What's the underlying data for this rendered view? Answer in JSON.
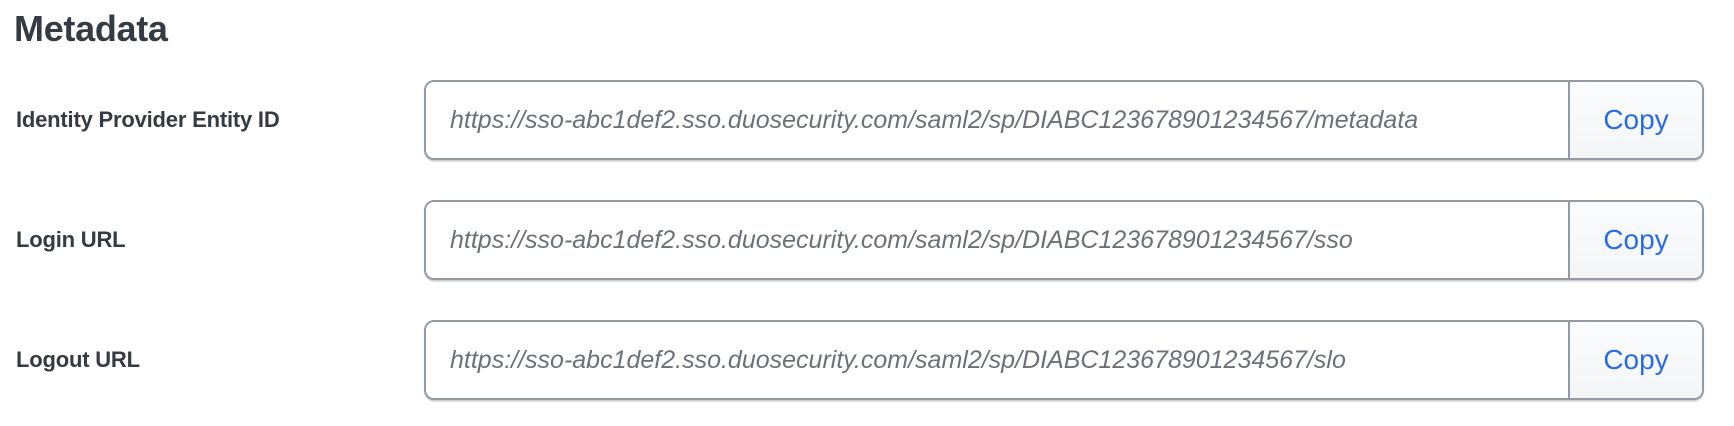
{
  "page": {
    "title": "Metadata"
  },
  "colors": {
    "heading_text": "#353b43",
    "label_text": "#353b43",
    "input_border": "#949aa4",
    "url_text": "#6d7177",
    "copy_link_blue": "#2a6ce8",
    "copy_button_bg": "#f6f7f8",
    "page_background": "#ffffff"
  },
  "rows": [
    {
      "label": "Identity Provider Entity ID",
      "value": "https://sso-abc1def2.sso.duosecurity.com/saml2/sp/DIABC123678901234567/metadata",
      "copy_label": "Copy"
    },
    {
      "label": "Login URL",
      "value": "https://sso-abc1def2.sso.duosecurity.com/saml2/sp/DIABC123678901234567/sso",
      "copy_label": "Copy"
    },
    {
      "label": "Logout URL",
      "value": "https://sso-abc1def2.sso.duosecurity.com/saml2/sp/DIABC123678901234567/slo",
      "copy_label": "Copy"
    }
  ]
}
